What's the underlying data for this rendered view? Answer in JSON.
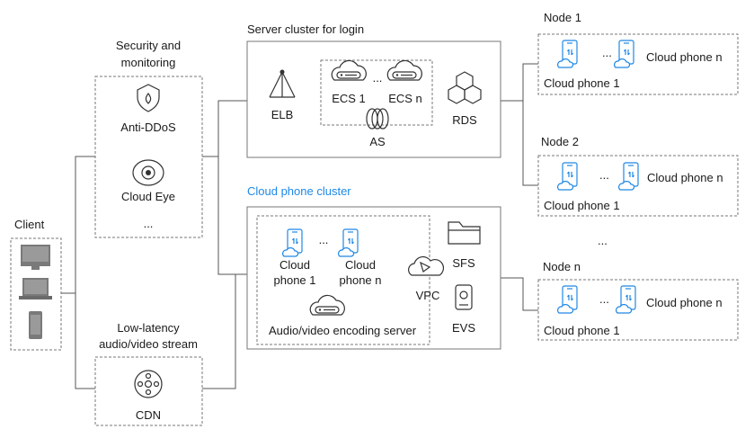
{
  "client": {
    "label": "Client"
  },
  "security": {
    "title_line1": "Security and",
    "title_line2": "monitoring",
    "anti_ddos": "Anti-DDoS",
    "cloud_eye": "Cloud Eye",
    "more": "..."
  },
  "streaming": {
    "title_line1": "Low-latency",
    "title_line2": "audio/video stream",
    "cdn": "CDN"
  },
  "login_cluster": {
    "title": "Server cluster for login",
    "elb": "ELB",
    "ecs1": "ECS 1",
    "ecsn": "ECS n",
    "ellipsis": "...",
    "as": "AS",
    "rds": "RDS"
  },
  "phone_cluster": {
    "title": "Cloud phone cluster",
    "phone1_line1": "Cloud",
    "phone1_line2": "phone 1",
    "phonen_line1": "Cloud",
    "phonen_line2": "phone  n",
    "ellipsis": "...",
    "encoding": "Audio/video encoding server",
    "vpc": "VPC",
    "sfs": "SFS",
    "evs": "EVS"
  },
  "nodes": [
    {
      "title": "Node 1",
      "phone_n": "Cloud phone n",
      "phone_1": "Cloud phone 1",
      "ellipsis": "..."
    },
    {
      "title": "Node 2",
      "phone_n": "Cloud phone n",
      "phone_1": "Cloud phone 1",
      "ellipsis": "..."
    },
    {
      "title": "Node n",
      "phone_n": "Cloud phone n",
      "phone_1": "Cloud phone 1",
      "ellipsis": "..."
    }
  ],
  "nodes_ellipsis": "...",
  "colors": {
    "accent": "#1e88e5",
    "line": "#555555",
    "text": "#1a1a1a"
  }
}
